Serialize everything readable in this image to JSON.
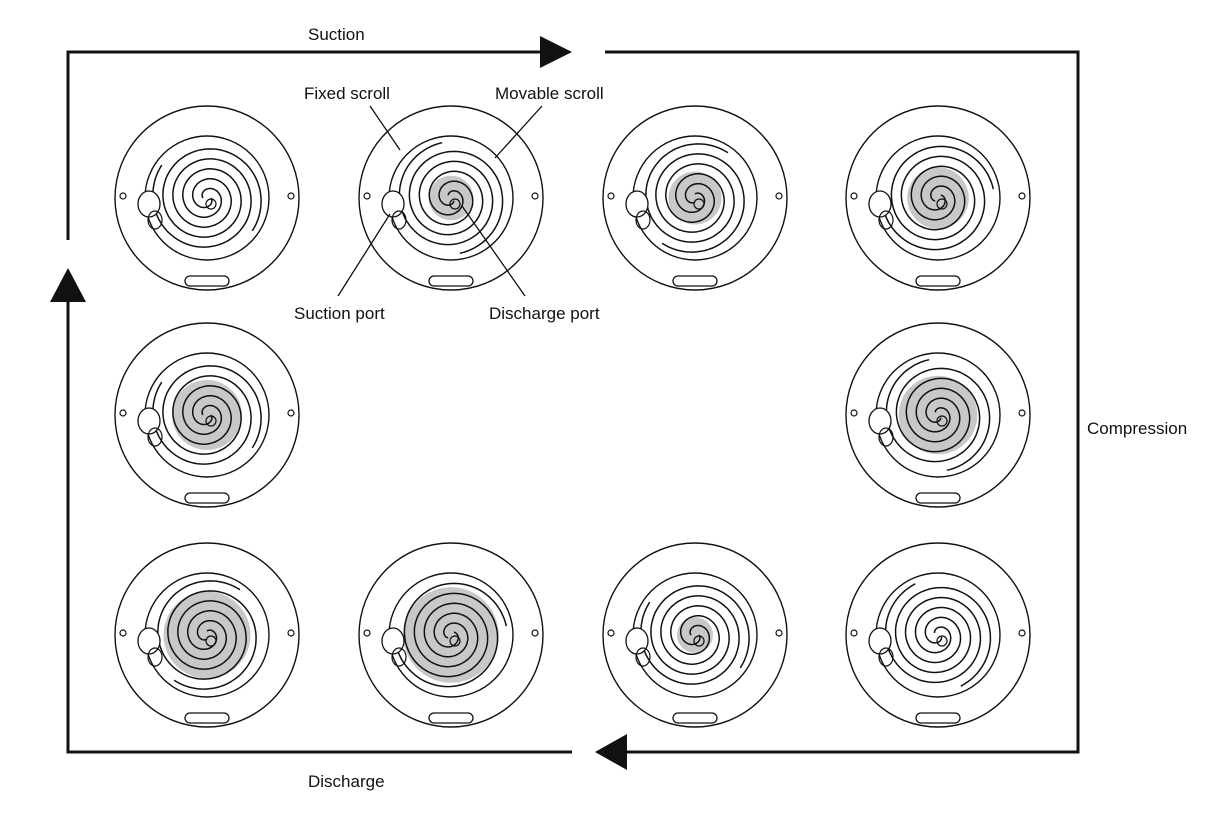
{
  "labels": {
    "suction": "Suction",
    "compression": "Compression",
    "discharge": "Discharge",
    "fixed_scroll": "Fixed scroll",
    "movable_scroll": "Movable scroll",
    "suction_port": "Suction port",
    "discharge_port": "Discharge port"
  },
  "colors": {
    "line": "#111111",
    "shade": "#9a9a9a",
    "background": "#ffffff"
  },
  "stages": [
    {
      "name": "stage-1",
      "phase_deg": 0,
      "shaded": false
    },
    {
      "name": "stage-2",
      "phase_deg": 45,
      "shaded": true
    },
    {
      "name": "stage-3",
      "phase_deg": 90,
      "shaded": true
    },
    {
      "name": "stage-4",
      "phase_deg": 135,
      "shaded": true
    },
    {
      "name": "stage-5",
      "phase_deg": 180,
      "shaded": true
    },
    {
      "name": "stage-6",
      "phase_deg": 225,
      "shaded": true
    },
    {
      "name": "stage-7",
      "phase_deg": 270,
      "shaded": true
    },
    {
      "name": "stage-8",
      "phase_deg": 315,
      "shaded": true
    },
    {
      "name": "stage-9",
      "phase_deg": 360,
      "shaded": true
    },
    {
      "name": "stage-10",
      "phase_deg": 30,
      "shaded": false
    }
  ]
}
